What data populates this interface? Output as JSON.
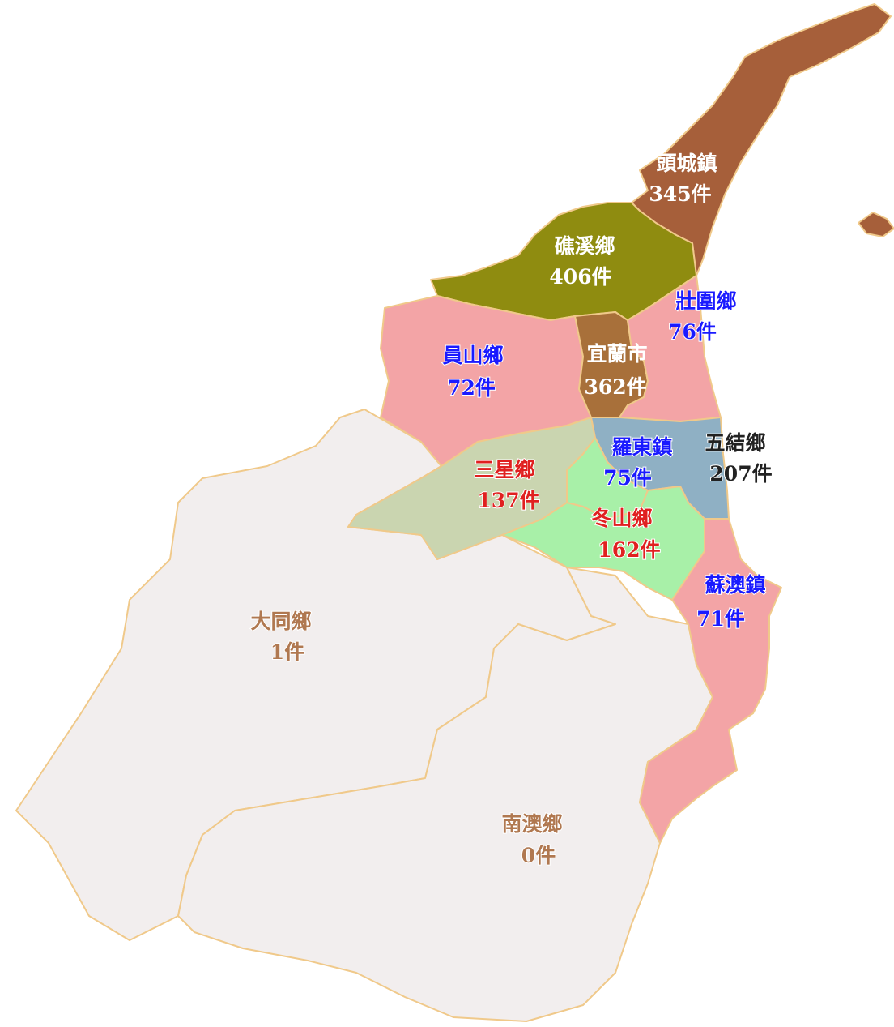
{
  "colors": {
    "region_border": "#f0c98a",
    "label_blue": "#1a1aff",
    "label_red": "#e02020",
    "label_white": "#ffffff",
    "label_black": "#222222",
    "label_tan": "#b07850"
  },
  "regions": [
    {
      "id": "toucheng",
      "name": "頭城鎮",
      "count": "345件",
      "fill": "#a65f3a",
      "label_color": "#ffffff"
    },
    {
      "id": "jiaoxi",
      "name": "礁溪鄉",
      "count": "406件",
      "fill": "#8f8c10",
      "label_color": "#ffffff"
    },
    {
      "id": "zhuangwei",
      "name": "壯圍鄉",
      "count": "76件",
      "fill": "#f3a4a6",
      "label_color": "#1a1aff"
    },
    {
      "id": "yilan",
      "name": "宜蘭市",
      "count": "362件",
      "fill": "#a8703a",
      "label_color": "#ffffff"
    },
    {
      "id": "yuanshan",
      "name": "員山鄉",
      "count": "72件",
      "fill": "#f3a4a6",
      "label_color": "#1a1aff"
    },
    {
      "id": "wujie",
      "name": "五結鄉",
      "count": "207件",
      "fill": "#8fb0c4",
      "label_color": "#222222"
    },
    {
      "id": "luodong",
      "name": "羅東鎮",
      "count": "75件",
      "fill": "#a8f0a8",
      "label_color": "#1a1aff"
    },
    {
      "id": "sanxing",
      "name": "三星鄉",
      "count": "137件",
      "fill": "#cad5b0",
      "label_color": "#e02020"
    },
    {
      "id": "dongshan",
      "name": "冬山鄉",
      "count": "162件",
      "fill": "#a8f0a8",
      "label_color": "#e02020"
    },
    {
      "id": "suao",
      "name": "蘇澳鎮",
      "count": "71件",
      "fill": "#f3a4a6",
      "label_color": "#1a1aff"
    },
    {
      "id": "datong",
      "name": "大同鄉",
      "count": "1件",
      "fill": "#f2eeee",
      "label_color": "#b07850"
    },
    {
      "id": "nanao",
      "name": "南澳鄉",
      "count": "0件",
      "fill": "#f2eeee",
      "label_color": "#b07850"
    }
  ]
}
